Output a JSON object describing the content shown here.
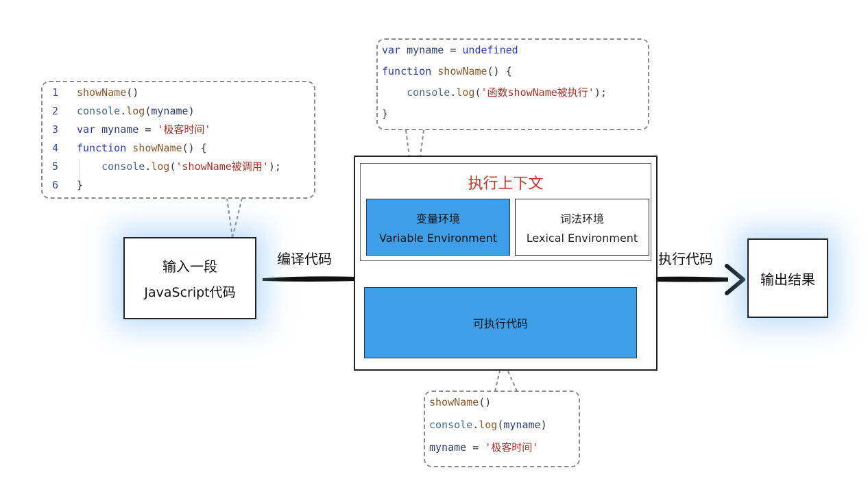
{
  "input_box": {
    "line1": "输入一段",
    "line2": "JavaScript代码"
  },
  "output_box": {
    "label": "输出结果"
  },
  "arrows": {
    "compile_label": "编译代码",
    "execute_label": "执行代码"
  },
  "context": {
    "title": "执行上下文",
    "variable_env": {
      "zh": "变量环境",
      "en": "Variable Environment"
    },
    "lexical_env": {
      "zh": "词法环境",
      "en": "Lexical Environment"
    },
    "executable_code": "可执行代码"
  },
  "source_code": {
    "line_numbers": [
      "1",
      "2",
      "3",
      "4",
      "5",
      "6"
    ],
    "lines": [
      [
        {
          "t": "showName",
          "c": "fn"
        },
        {
          "t": "()",
          "c": "punct"
        }
      ],
      [
        {
          "t": "console",
          "c": "obj"
        },
        {
          "t": ".",
          "c": "punct"
        },
        {
          "t": "log",
          "c": "fn"
        },
        {
          "t": "(",
          "c": "punct"
        },
        {
          "t": "myname",
          "c": "id"
        },
        {
          "t": ")",
          "c": "punct"
        }
      ],
      [
        {
          "t": "var ",
          "c": "kw"
        },
        {
          "t": "myname",
          "c": "id"
        },
        {
          "t": " = ",
          "c": "punct"
        },
        {
          "t": "'极客时间'",
          "c": "str"
        }
      ],
      [
        {
          "t": "function ",
          "c": "kw"
        },
        {
          "t": "showName",
          "c": "fn"
        },
        {
          "t": "() {",
          "c": "punct"
        }
      ],
      [
        {
          "t": "    console",
          "c": "obj"
        },
        {
          "t": ".",
          "c": "punct"
        },
        {
          "t": "log",
          "c": "fn"
        },
        {
          "t": "(",
          "c": "punct"
        },
        {
          "t": "'showName被调用'",
          "c": "str"
        },
        {
          "t": ");",
          "c": "punct"
        }
      ],
      [
        {
          "t": "}",
          "c": "punct"
        }
      ]
    ]
  },
  "variable_env_code": {
    "lines": [
      [
        {
          "t": "var ",
          "c": "kw"
        },
        {
          "t": "myname",
          "c": "id"
        },
        {
          "t": " = ",
          "c": "punct"
        },
        {
          "t": "undefined",
          "c": "kw"
        }
      ],
      [
        {
          "t": "function ",
          "c": "kw"
        },
        {
          "t": "showName",
          "c": "fn"
        },
        {
          "t": "() {",
          "c": "punct"
        }
      ],
      [
        {
          "t": "    console",
          "c": "obj"
        },
        {
          "t": ".",
          "c": "punct"
        },
        {
          "t": "log",
          "c": "fn"
        },
        {
          "t": "(",
          "c": "punct"
        },
        {
          "t": "'函数showName被执行'",
          "c": "str"
        },
        {
          "t": ");",
          "c": "punct"
        }
      ],
      [
        {
          "t": "}",
          "c": "punct"
        }
      ]
    ]
  },
  "executable_code_snippet": {
    "lines": [
      [
        {
          "t": "showName",
          "c": "fn"
        },
        {
          "t": "()",
          "c": "punct"
        }
      ],
      [
        {
          "t": "console",
          "c": "obj"
        },
        {
          "t": ".",
          "c": "punct"
        },
        {
          "t": "log",
          "c": "fn"
        },
        {
          "t": "(",
          "c": "punct"
        },
        {
          "t": "myname",
          "c": "id"
        },
        {
          "t": ")",
          "c": "punct"
        }
      ],
      [
        {
          "t": "myname",
          "c": "id"
        },
        {
          "t": " = ",
          "c": "punct"
        },
        {
          "t": "'极客时间'",
          "c": "str"
        }
      ]
    ]
  },
  "colors": {
    "blue_fill": "#3e9fe8",
    "title_red": "#c0392b",
    "glow": "#8cc4f5"
  }
}
